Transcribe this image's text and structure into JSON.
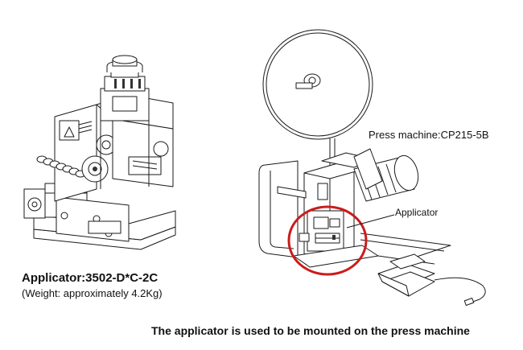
{
  "labels": {
    "applicator_title": "Applicator:3502-D*C-2C",
    "applicator_weight": "(Weight: approximately 4.2Kg)",
    "press_machine": "Press machine:CP215-5B",
    "applicator_callout": "Applicator",
    "caption": "The applicator is used to be mounted on the press machine"
  },
  "colors": {
    "highlight_circle": "#cc1b1b",
    "line_art": "#1a1a1a",
    "background": "#ffffff"
  }
}
